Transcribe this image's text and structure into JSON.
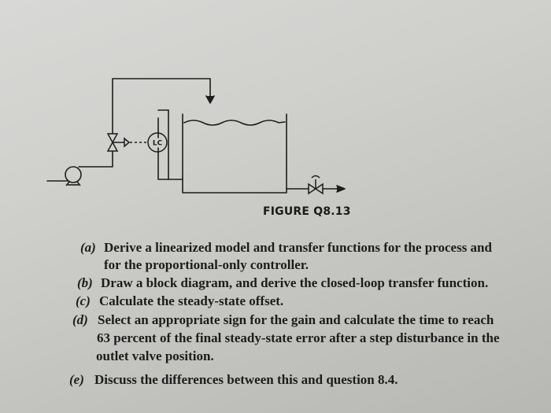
{
  "figure": {
    "controller_label": "LC",
    "caption": "FIGURE Q8.13"
  },
  "questions": [
    {
      "label": "(a)",
      "lines": [
        "Derive a linearized model and transfer functions for the process and",
        "for the proportional-only controller."
      ]
    },
    {
      "label": "(b)",
      "lines": [
        "Draw a block diagram, and derive the closed-loop transfer function."
      ]
    },
    {
      "label": "(c)",
      "lines": [
        "Calculate the steady-state offset."
      ]
    },
    {
      "label": "(d)",
      "lines": [
        "Select an appropriate sign for the gain and calculate the time to reach",
        "63 percent of the final steady-state error after a step disturbance in the",
        "outlet valve position."
      ]
    },
    {
      "label": "(e)",
      "lines": [
        "Discuss the differences between this and question 8.4."
      ]
    }
  ]
}
